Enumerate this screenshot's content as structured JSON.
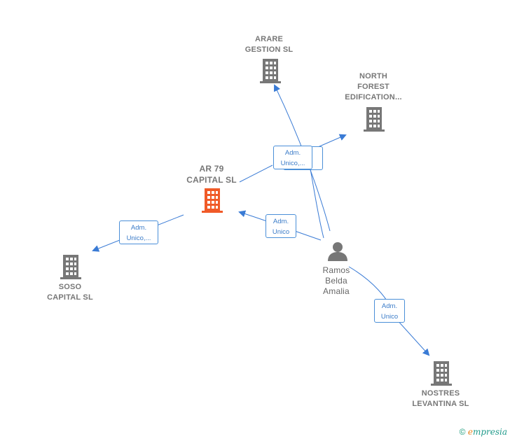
{
  "nodes": {
    "arare": {
      "label": "ARARE\nGESTION SL"
    },
    "north_forest": {
      "label": "NORTH\nFOREST\nEDIFICATION..."
    },
    "ar79": {
      "label": "AR 79\nCAPITAL  SL"
    },
    "soso": {
      "label": "SOSO\nCAPITAL  SL"
    },
    "nostres": {
      "label": "NOSTRES\nLEVANTINA  SL"
    },
    "person": {
      "label": "Ramos\nBelda\nAmalia"
    }
  },
  "relations": {
    "r_north_front": "Adm.\nUnico,...",
    "r_north_back": "...",
    "r_ar79": "Adm.\nUnico",
    "r_soso": "Adm.\nUnico,...",
    "r_nostres": "Adm.\nUnico"
  },
  "icons": {
    "company": "building-icon",
    "central": "building-icon",
    "person": "person-icon"
  },
  "colors": {
    "edge": "#3a7bd5",
    "company_icon": "#777777",
    "central_icon": "#f05a28",
    "person_icon": "#777777"
  },
  "footer": {
    "copyright": "©",
    "brand_initial": "e",
    "brand_rest": "mpresia"
  }
}
